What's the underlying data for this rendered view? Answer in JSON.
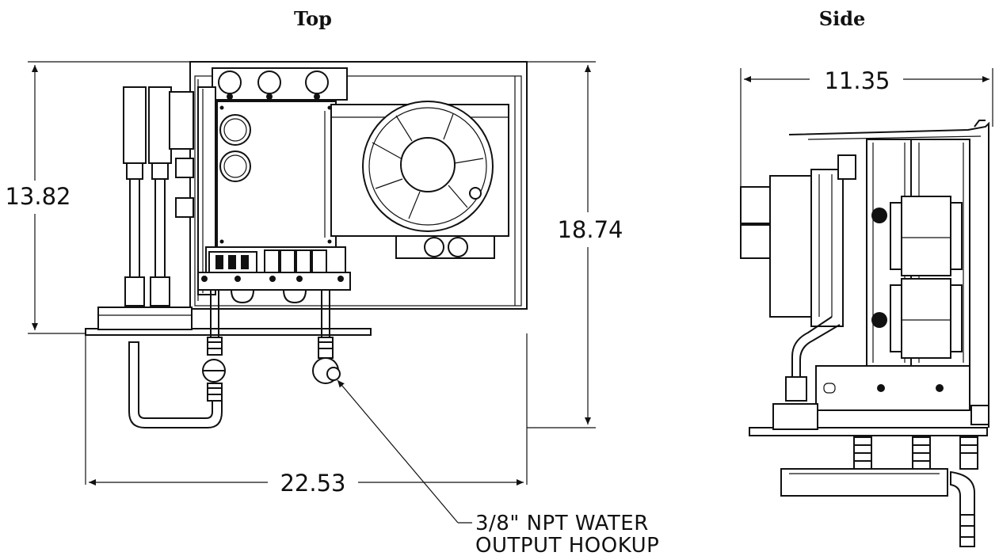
{
  "views": {
    "top_title": "Top",
    "side_title": "Side"
  },
  "dimensions": {
    "top_height": "13.82",
    "overall_height": "18.74",
    "overall_width": "22.53",
    "side_width": "11.35"
  },
  "callout": {
    "line1": "3/8\" NPT WATER",
    "line2": "OUTPUT HOOKUP"
  }
}
